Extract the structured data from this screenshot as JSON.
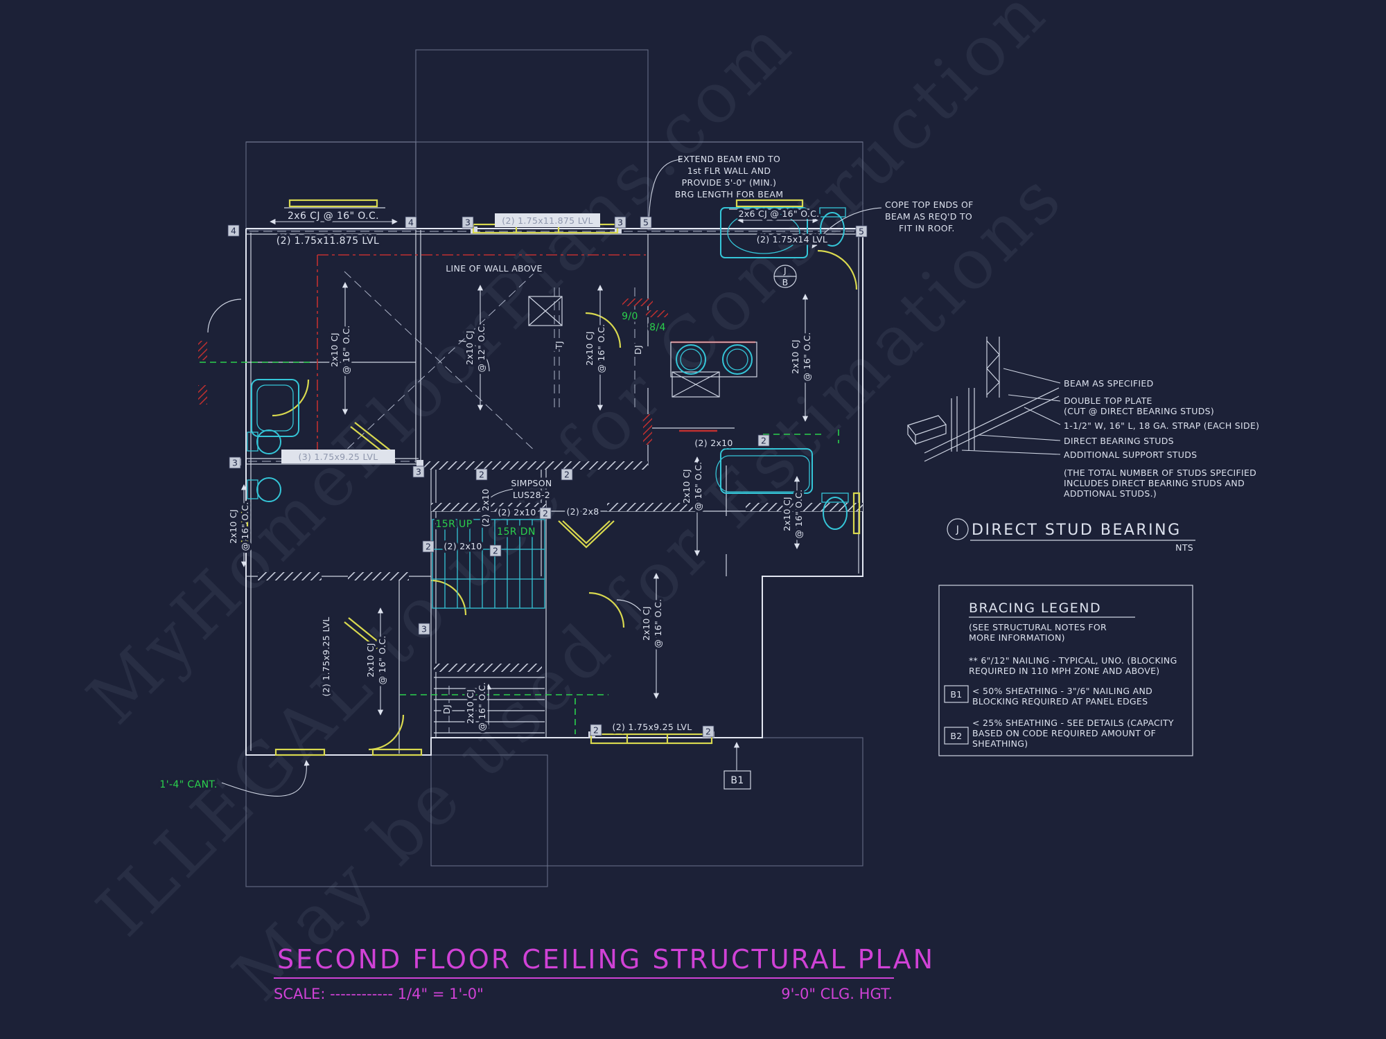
{
  "watermarks": {
    "w1": "MyHomeFloorPlans.com",
    "w2": "ILLEGAL to use for Construction",
    "w3": "May be used for Estimations"
  },
  "annotations": {
    "extend_beam_1": "EXTEND BEAM END TO",
    "extend_beam_2": "1st FLR WALL AND",
    "extend_beam_3": "PROVIDE 5'-0\" (MIN.)",
    "extend_beam_4": "BRG LENGTH FOR BEAM",
    "cope_1": "COPE TOP ENDS OF",
    "cope_2": "BEAM AS REQ'D TO",
    "cope_3": "FIT IN ROOF.",
    "line_of_wall": "LINE OF WALL ABOVE",
    "simpson_1": "SIMPSON",
    "simpson_2": "LUS28-2",
    "cant": "1'-4\" CANT.",
    "stud_count_1": "9/0",
    "stud_count_2": "8/4",
    "stair_up": "15R UP",
    "stair_dn": "15R DN"
  },
  "joists": {
    "cj2x6_oc16": "2x6 CJ @ 16\" O.C.",
    "cj2x10": "2x10 CJ",
    "oc16": "@ 16\" O.C.",
    "oc12": "@ 12\" O.C.",
    "tj": "TJ",
    "dj": "DJ",
    "lvl_11875": "(2) 1.75x11.875 LVL",
    "lvl_14": "(2) 1.75x14 LVL",
    "lvl_925_3": "(3) 1.75x9.25 LVL",
    "lvl_925_2": "(2) 1.75x9.25 LVL",
    "beam_2x10": "(2) 2x10",
    "beam_2x8": "(2) 2x8"
  },
  "markers": {
    "n2": "2",
    "n3": "3",
    "n4": "4",
    "n5": "5",
    "b1": "B1",
    "j": "J",
    "b": "B"
  },
  "detail": {
    "callout_beam": "BEAM AS SPECIFIED",
    "callout_plate_1": "DOUBLE TOP PLATE",
    "callout_plate_2": "(CUT @ DIRECT BEARING STUDS)",
    "callout_strap": "1-1/2\" W, 16\" L, 18 GA. STRAP (EACH SIDE)",
    "callout_bearing": "DIRECT BEARING STUDS",
    "callout_support": "ADDITIONAL SUPPORT STUDS",
    "note_1": "(THE TOTAL NUMBER OF STUDS SPECIFIED",
    "note_2": "INCLUDES DIRECT BEARING STUDS AND",
    "note_3": "ADDTIONAL STUDS.)",
    "tag": "J",
    "title": "DIRECT STUD BEARING",
    "scale": "NTS"
  },
  "legend": {
    "title": "BRACING LEGEND",
    "sub_1": "(SEE STRUCTURAL NOTES FOR",
    "sub_2": "MORE INFORMATION)",
    "note_1": "** 6\"/12\" NAILING - TYPICAL, UNO. (BLOCKING",
    "note_2": "REQUIRED IN 110 MPH ZONE AND ABOVE)",
    "b1_tag": "B1",
    "b1_line_1": "< 50% SHEATHING - 3\"/6\" NAILING AND",
    "b1_line_2": "BLOCKING REQUIRED AT PANEL EDGES",
    "b2_tag": "B2",
    "b2_line_1": "< 25% SHEATHING - SEE DETAILS (CAPACITY",
    "b2_line_2": "BASED ON CODE REQUIRED AMOUNT OF",
    "b2_line_3": "SHEATHING)"
  },
  "titleblock": {
    "title": "SECOND FLOOR CEILING STRUCTURAL PLAN",
    "scale_line": "SCALE:  ------------  1/4\" = 1'-0\"",
    "clg": "9'-0\" CLG. HGT."
  }
}
